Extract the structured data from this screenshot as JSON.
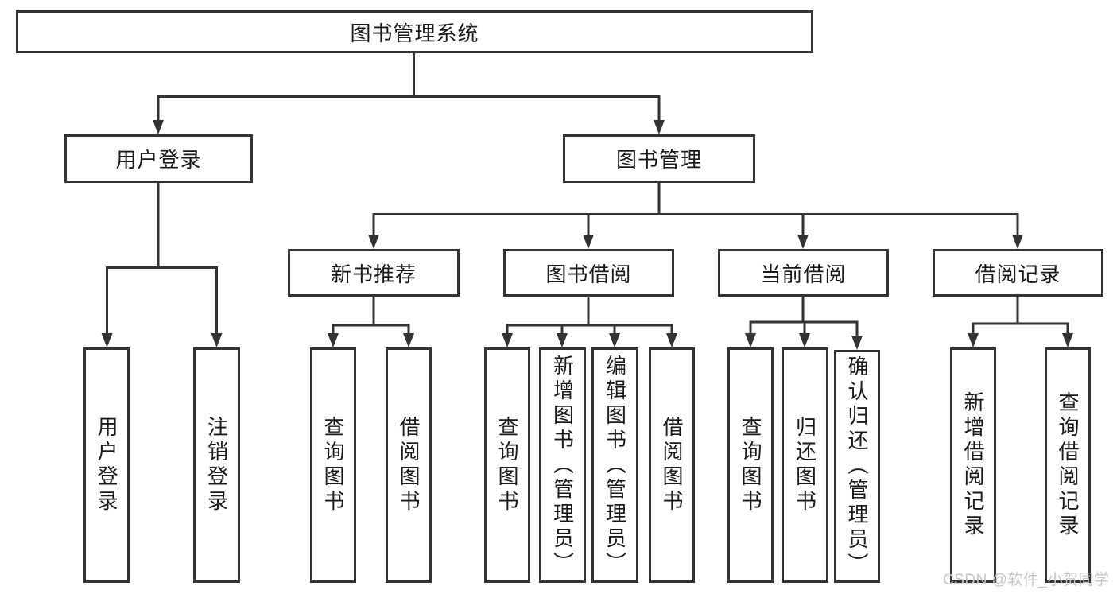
{
  "colors": {
    "line": "#333333",
    "box_border": "#333333",
    "box_fill": "#ffffff",
    "text": "#1a1a1a",
    "watermark": "#c5c5c5"
  },
  "tree": {
    "root": {
      "label": "图书管理系统"
    },
    "branches": [
      {
        "label": "用户登录",
        "children": [
          {
            "label": "用户登录"
          },
          {
            "label": "注销登录"
          }
        ]
      },
      {
        "label": "图书管理",
        "children": [
          {
            "label": "新书推荐",
            "children": [
              {
                "label": "查询图书"
              },
              {
                "label": "借阅图书"
              }
            ]
          },
          {
            "label": "图书借阅",
            "children": [
              {
                "label": "查询图书"
              },
              {
                "label": "新增图书（管理员）"
              },
              {
                "label": "编辑图书（管理员）"
              },
              {
                "label": "借阅图书"
              }
            ]
          },
          {
            "label": "当前借阅",
            "children": [
              {
                "label": "查询图书"
              },
              {
                "label": "归还图书"
              },
              {
                "label": "确认归还（管理员）"
              }
            ]
          },
          {
            "label": "借阅记录",
            "children": [
              {
                "label": "新增借阅记录"
              },
              {
                "label": "查询借阅记录"
              }
            ]
          }
        ]
      }
    ]
  },
  "watermark": {
    "text": "CSDN @软件_小贺同学"
  }
}
